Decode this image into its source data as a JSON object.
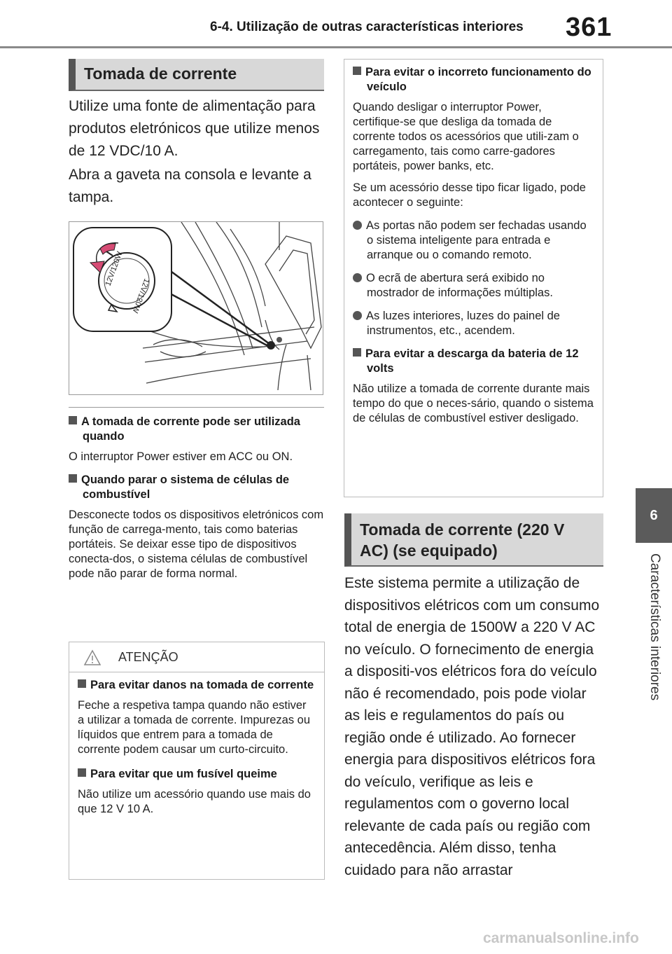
{
  "header": {
    "section_title": "6-4. Utilização de outras características interiores",
    "page_number": "361"
  },
  "side_tab": {
    "number": "6",
    "label": "Características interiores"
  },
  "left": {
    "section_title": "Tomada de corrente",
    "intro_1": "Utilize uma fonte de alimentação para produtos eletrónicos que utilize menos de 12 VDC/10 A.",
    "intro_2": "Abra a gaveta na consola e levante a tampa.",
    "figure_labels": {
      "l1": "12V/120W",
      "l2": "12V/120W"
    },
    "notes": [
      {
        "heading": "A tomada de corrente pode ser utilizada quando",
        "text": "O interruptor Power estiver em ACC ou ON."
      },
      {
        "heading": "Quando parar o sistema de células de combustível",
        "text": "Desconecte todos os dispositivos eletrónicos com função de carrega-mento, tais como baterias portáteis. Se deixar esse tipo de dispositivos conecta-dos, o sistema células de combustível pode não parar de forma normal."
      }
    ],
    "warning": {
      "title": "ATENÇÃO",
      "items": [
        {
          "heading": "Para evitar danos na tomada de corrente",
          "text": "Feche a respetiva tampa quando não estiver a utilizar a tomada de corrente. Impurezas ou líquidos que entrem para a tomada de corrente podem causar um curto-circuito."
        },
        {
          "heading": "Para evitar que um fusível queime",
          "text": "Não utilize um acessório quando use mais do que 12 V 10 A."
        }
      ]
    }
  },
  "right": {
    "box": {
      "item1_heading": "Para evitar o incorreto funcionamento do veículo",
      "item1_text_a": "Quando desligar o interruptor Power, certifique-se que desliga da tomada de corrente todos os acessórios que utili-zam o carregamento, tais como carre-gadores portáteis, power banks, etc.",
      "item1_text_b": "Se um acessório desse tipo ficar ligado, pode acontecer o seguinte:",
      "bullets": [
        "As portas não podem ser fechadas usando o sistema inteligente para entrada e arranque ou o comando remoto.",
        "O ecrã de abertura será exibido no mostrador de informações múltiplas.",
        "As luzes interiores, luzes do painel de instrumentos, etc., acendem."
      ],
      "item2_heading": "Para evitar a descarga da bateria de 12 volts",
      "item2_text": "Não utilize a tomada de corrente durante mais tempo do que o neces-sário, quando o sistema de células de combustível estiver desligado."
    },
    "section2_title": "Tomada de corrente (220 V AC) (se equipado)",
    "section2_text": "Este sistema permite a utilização de dispositivos elétricos com um consumo total de energia de 1500W a 220 V AC no veículo. O fornecimento de energia a dispositi-vos elétricos fora do veículo não é recomendado, pois pode violar as leis e regulamentos do país ou região onde é utilizado. Ao fornecer energia para dispositivos elétricos fora do veículo, verifique as leis e regulamentos com o governo local relevante de cada país ou região com antecedência. Além disso, tenha cuidado para não arrastar"
  },
  "footer": {
    "watermark": "carmanualsonline.info"
  }
}
